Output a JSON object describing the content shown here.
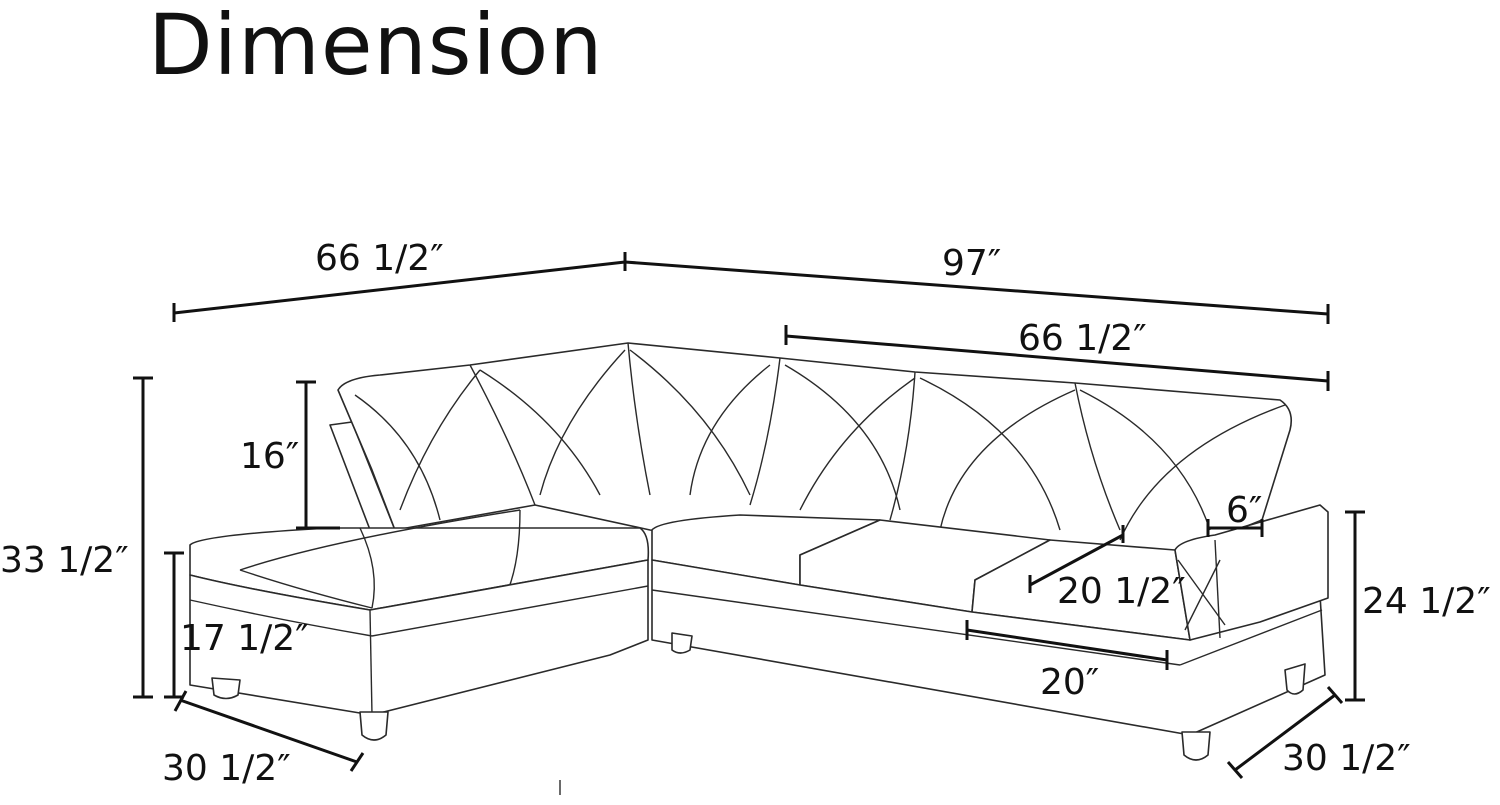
{
  "title": "Dimension",
  "dimensions": {
    "overall_chaise_width": "66 1/2″",
    "overall_length": "97″",
    "sofa_back_width": "66 1/2″",
    "back_cushion_height": "16″",
    "total_height": "33 1/2″",
    "seat_height": "17 1/2″",
    "chaise_depth": "30 1/2″",
    "arm_width": "6″",
    "seat_depth": "20 1/2″",
    "seat_width": "20″",
    "arm_height": "24 1/2″",
    "sofa_depth": "30 1/2″"
  }
}
